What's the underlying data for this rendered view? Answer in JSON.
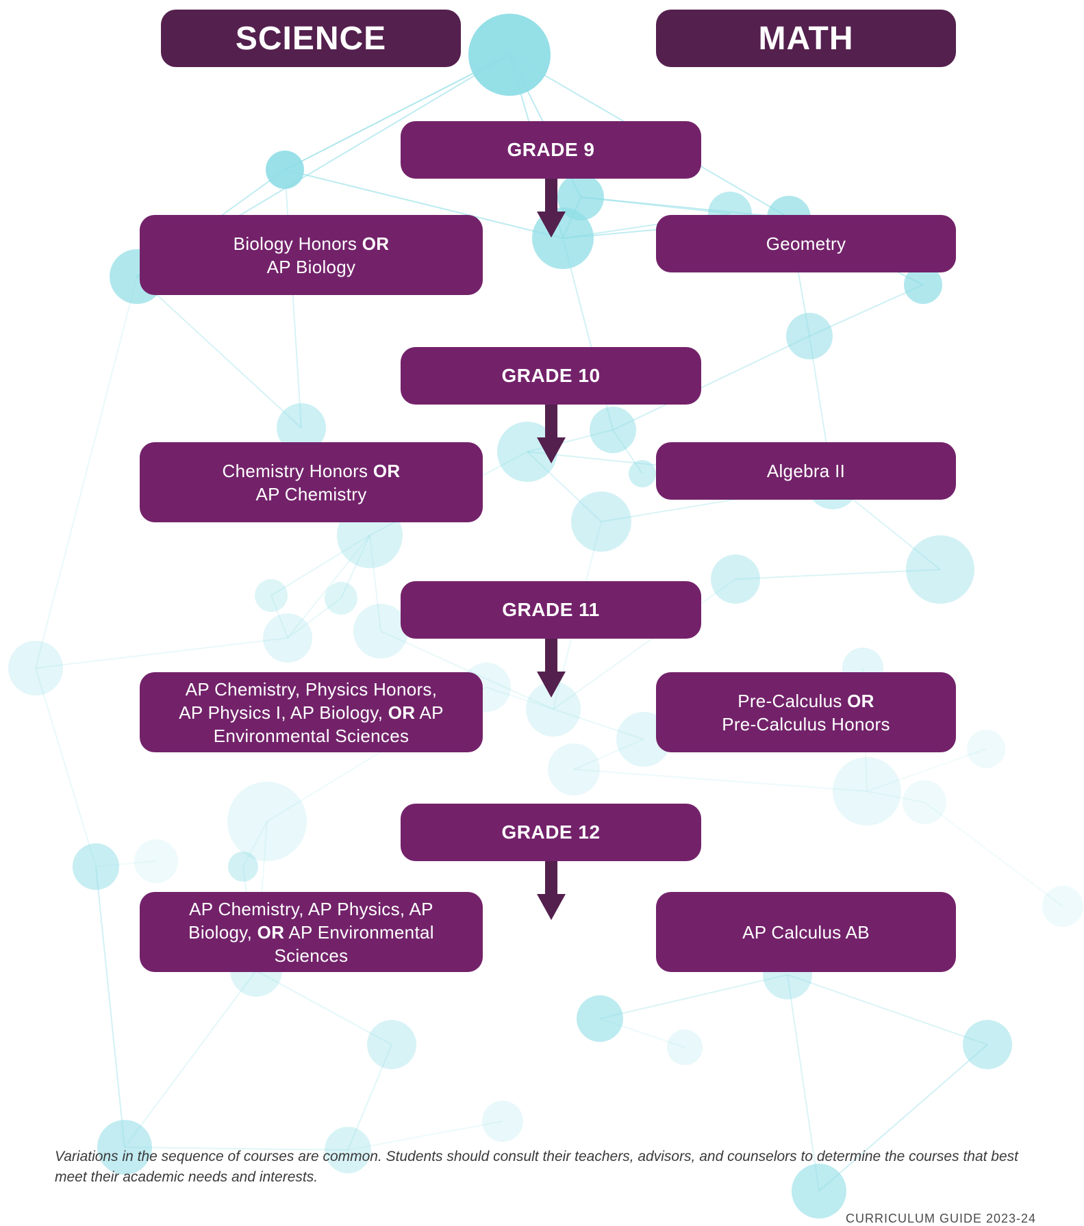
{
  "headers": {
    "science": "SCIENCE",
    "math": "MATH"
  },
  "grades": [
    {
      "label": "GRADE 9",
      "science": [
        {
          "text": "Biology Honors "
        },
        {
          "text": "OR",
          "bold": true
        },
        {
          "text": "\nAP Biology"
        }
      ],
      "math": [
        {
          "text": "Geometry"
        }
      ]
    },
    {
      "label": "GRADE 10",
      "science": [
        {
          "text": "Chemistry Honors "
        },
        {
          "text": "OR",
          "bold": true
        },
        {
          "text": "\nAP Chemistry"
        }
      ],
      "math": [
        {
          "text": "Algebra II"
        }
      ]
    },
    {
      "label": "GRADE 11",
      "science": [
        {
          "text": "AP Chemistry, Physics Honors,\nAP Physics I, AP Biology, "
        },
        {
          "text": "OR",
          "bold": true
        },
        {
          "text": " AP\nEnvironmental Sciences"
        }
      ],
      "math": [
        {
          "text": "Pre-Calculus "
        },
        {
          "text": "OR",
          "bold": true
        },
        {
          "text": "\nPre-Calculus Honors"
        }
      ]
    },
    {
      "label": "GRADE 12",
      "science": [
        {
          "text": "AP Chemistry, AP Physics, AP\nBiology, "
        },
        {
          "text": "OR",
          "bold": true
        },
        {
          "text": " AP Environmental\nSciences"
        }
      ],
      "math": [
        {
          "text": "AP Calculus AB"
        }
      ]
    }
  ],
  "note": "Variations in the sequence of courses are common. Students should consult their teachers, advisors, and counselors to determine the courses that best meet their academic needs and interests.",
  "footer": "CURRICULUM GUIDE 2023-24",
  "colors": {
    "header": "#54204e",
    "box": "#73226a",
    "arrow": "#54204e",
    "node": "#8fdde6",
    "text": "#ffffff"
  }
}
